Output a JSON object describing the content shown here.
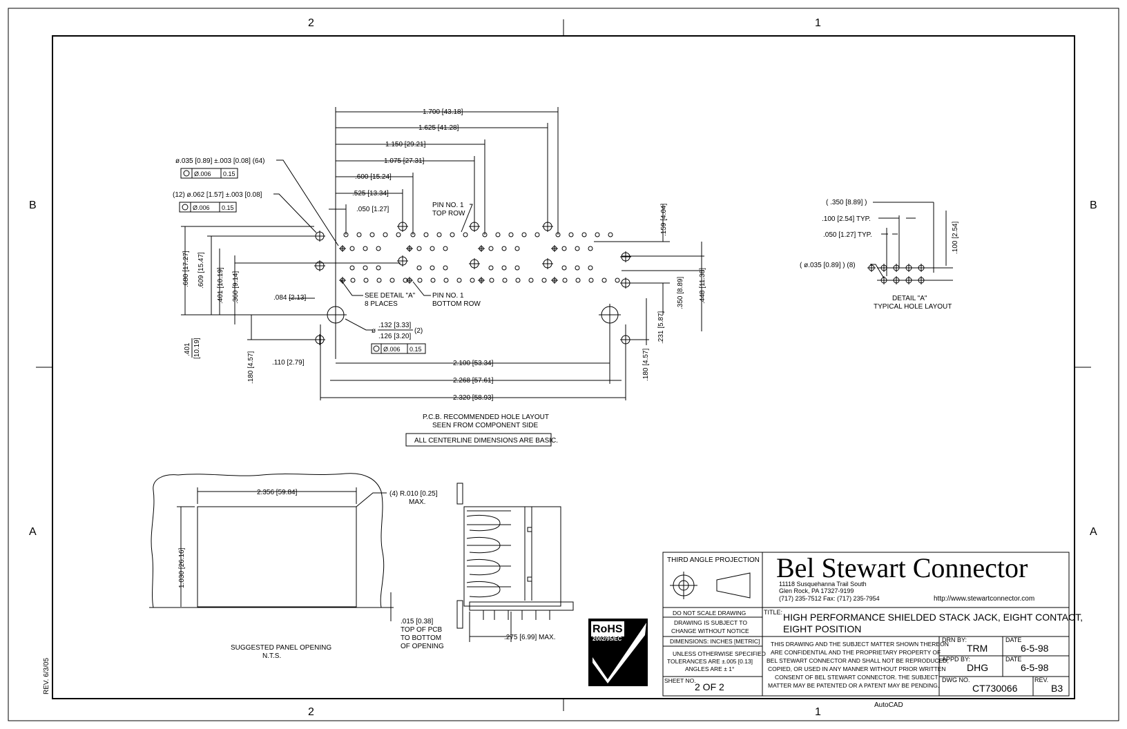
{
  "zones": {
    "col_left": "2",
    "col_right": "1",
    "row_top": "B",
    "row_bottom": "A"
  },
  "pcb_layout": {
    "top_dims": [
      "1.700 [43.18]",
      "1.625 [41.28]",
      "1.150 [29.21]",
      "1.075 [27.31]",
      ".600 [15.24]",
      ".525 [13.34]",
      ".050 [1.27]"
    ],
    "hole_small_callout": "ø.035 [0.89] ±.003 [0.08] (64)",
    "hole_small_tol": "Ø.006",
    "hole_small_tol_mm": "0.15",
    "hole_mid_callout": "(12) ø.062 [1.57] ±.003 [0.08]",
    "hole_mid_tol": "Ø.006",
    "hole_mid_tol_mm": "0.15",
    "pin1_top": [
      "PIN NO. 1",
      "TOP ROW"
    ],
    "pin1_bottom": [
      "PIN NO. 1",
      "BOTTOM ROW"
    ],
    "see_detail": [
      "SEE DETAIL \"A\"",
      "8 PLACES"
    ],
    "left_dims": [
      ".680 [17.27]",
      ".609 [15.47]",
      ".401 [10.19]",
      ".360 [9.14]",
      ".084 [2.13]"
    ],
    "left_bottom_dims": [
      ".401",
      "[10.19]",
      ".180 [4.57]",
      ".110 [2.79]"
    ],
    "large_hole_callout_top": ".132 [3.33]",
    "large_hole_callout_bottom": ".126 [3.20]",
    "large_hole_qty": "(2)",
    "large_hole_phi": "ø",
    "large_hole_tol": "Ø.006",
    "large_hole_tol_mm": "0.15",
    "right_dims": [
      ".159 [4.04]",
      ".350 [8.89]",
      ".448 [11.38]",
      ".231 [5.87]",
      ".180 [4.57]"
    ],
    "bottom_dims": [
      "2.100 [53.34]",
      "2.268 [57.61]",
      "2.320 [58.93]"
    ],
    "caption": [
      "P.C.B. RECOMMENDED HOLE LAYOUT",
      "SEEN FROM COMPONENT SIDE"
    ],
    "note_box": "ALL CENTERLINE DIMENSIONS ARE BASIC."
  },
  "detail_a": {
    "dims": [
      "( .350 [8.89] )",
      ".100 [2.54] TYP.",
      ".050 [1.27] TYP.",
      "( ø.035 [0.89] ) (8)",
      ".100 [2.54]"
    ],
    "caption": [
      "DETAIL \"A\"",
      "TYPICAL HOLE LAYOUT"
    ]
  },
  "panel": {
    "width_dim": "2.356 [59.84]",
    "height_dim": "1.030 [26.16]",
    "radius": [
      "(4) R.010 [0.25]",
      "MAX."
    ],
    "pcb_offset": [
      ".015 [0.38]",
      "TOP OF PCB",
      "TO BOTTOM",
      "OF OPENING"
    ],
    "caption": [
      "SUGGESTED PANEL OPENING",
      "N.T.S."
    ],
    "side_dim": ".275 [6.99] MAX."
  },
  "title_block": {
    "projection": "THIRD ANGLE PROJECTION",
    "company": "Bel Stewart Connector",
    "address": [
      "11118 Susquehanna Trail South",
      "Glen Rock, PA  17327-9199",
      "(717) 235-7512  Fax: (717) 235-7954"
    ],
    "url": "http://www.stewartconnector.com",
    "no_scale": "DO NOT SCALE DRAWING",
    "subject_change": [
      "DRAWING IS SUBJECT TO",
      "CHANGE WITHOUT NOTICE"
    ],
    "rohs": "RoHS",
    "rohs_sub": "2002/95/EC",
    "dimensions": "DIMENSIONS: INCHES [METRIC]",
    "tolerances": [
      "UNLESS OTHERWISE SPECIFIED",
      "TOLERANCES ARE ±.005 [0.13]",
      "ANGLES ARE ± 1°"
    ],
    "sheet_label": "SHEET NO.",
    "sheet": "2 OF 2",
    "title_label": "TITLE:",
    "title": [
      "HIGH PERFORMANCE SHIELDED STACK JACK, EIGHT CONTACT,",
      "EIGHT POSITION"
    ],
    "confidential": [
      "THIS DRAWING AND THE SUBJECT MATTER SHOWN THEREON",
      "ARE CONFIDENTIAL AND THE PROPRIETARY PROPERTY OF",
      "BEL STEWART CONNECTOR AND SHALL NOT BE REPRODUCED,",
      "COPIED, OR USED IN ANY MANNER WITHOUT PRIOR WRITTEN",
      "CONSENT OF BEL STEWART CONNECTOR.  THE SUBJECT",
      "MATTER MAY BE PATENTED OR A PATENT MAY BE PENDING."
    ],
    "drn_label": "DRN BY:",
    "drn": "TRM",
    "appd_label": "APPD BY:",
    "appd": "DHG",
    "date_label": "DATE",
    "date1": "6-5-98",
    "date2": "6-5-98",
    "dwg_label": "DWG NO.",
    "dwg": "CT730066",
    "rev_label": "REV.",
    "rev": "B3"
  },
  "margin": {
    "rev_note": "REV. 6/3/05",
    "autocad": "AutoCAD"
  }
}
